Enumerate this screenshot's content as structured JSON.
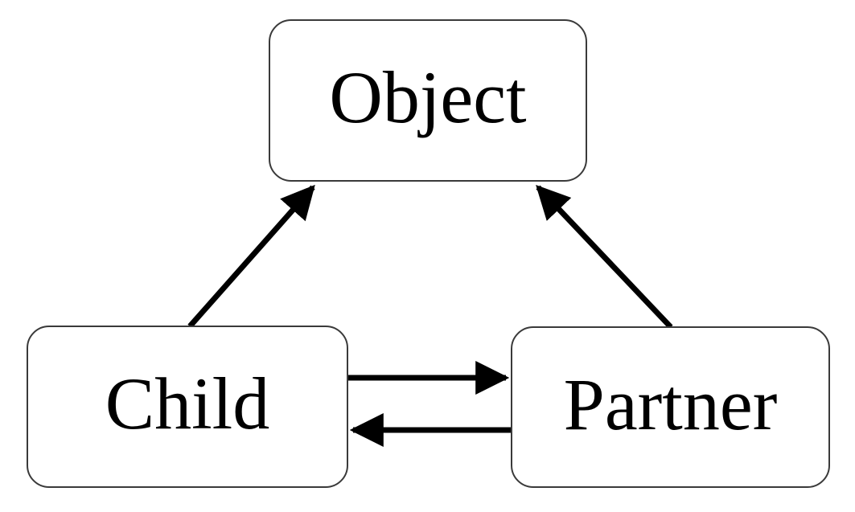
{
  "diagram": {
    "type": "node-link-diagram",
    "nodes": {
      "object": {
        "label": "Object"
      },
      "child": {
        "label": "Child"
      },
      "partner": {
        "label": "Partner"
      }
    },
    "edges": [
      {
        "from": "Child",
        "to": "Object",
        "style": "solid-arrow"
      },
      {
        "from": "Partner",
        "to": "Object",
        "style": "solid-arrow"
      },
      {
        "from": "Child",
        "to": "Partner",
        "style": "solid-arrow"
      },
      {
        "from": "Partner",
        "to": "Child",
        "style": "solid-arrow"
      }
    ],
    "colors": {
      "background": "#ffffff",
      "node_fill": "#ffffff",
      "node_border": "#3a3a3a",
      "arrow": "#000000",
      "text": "#000000"
    }
  }
}
